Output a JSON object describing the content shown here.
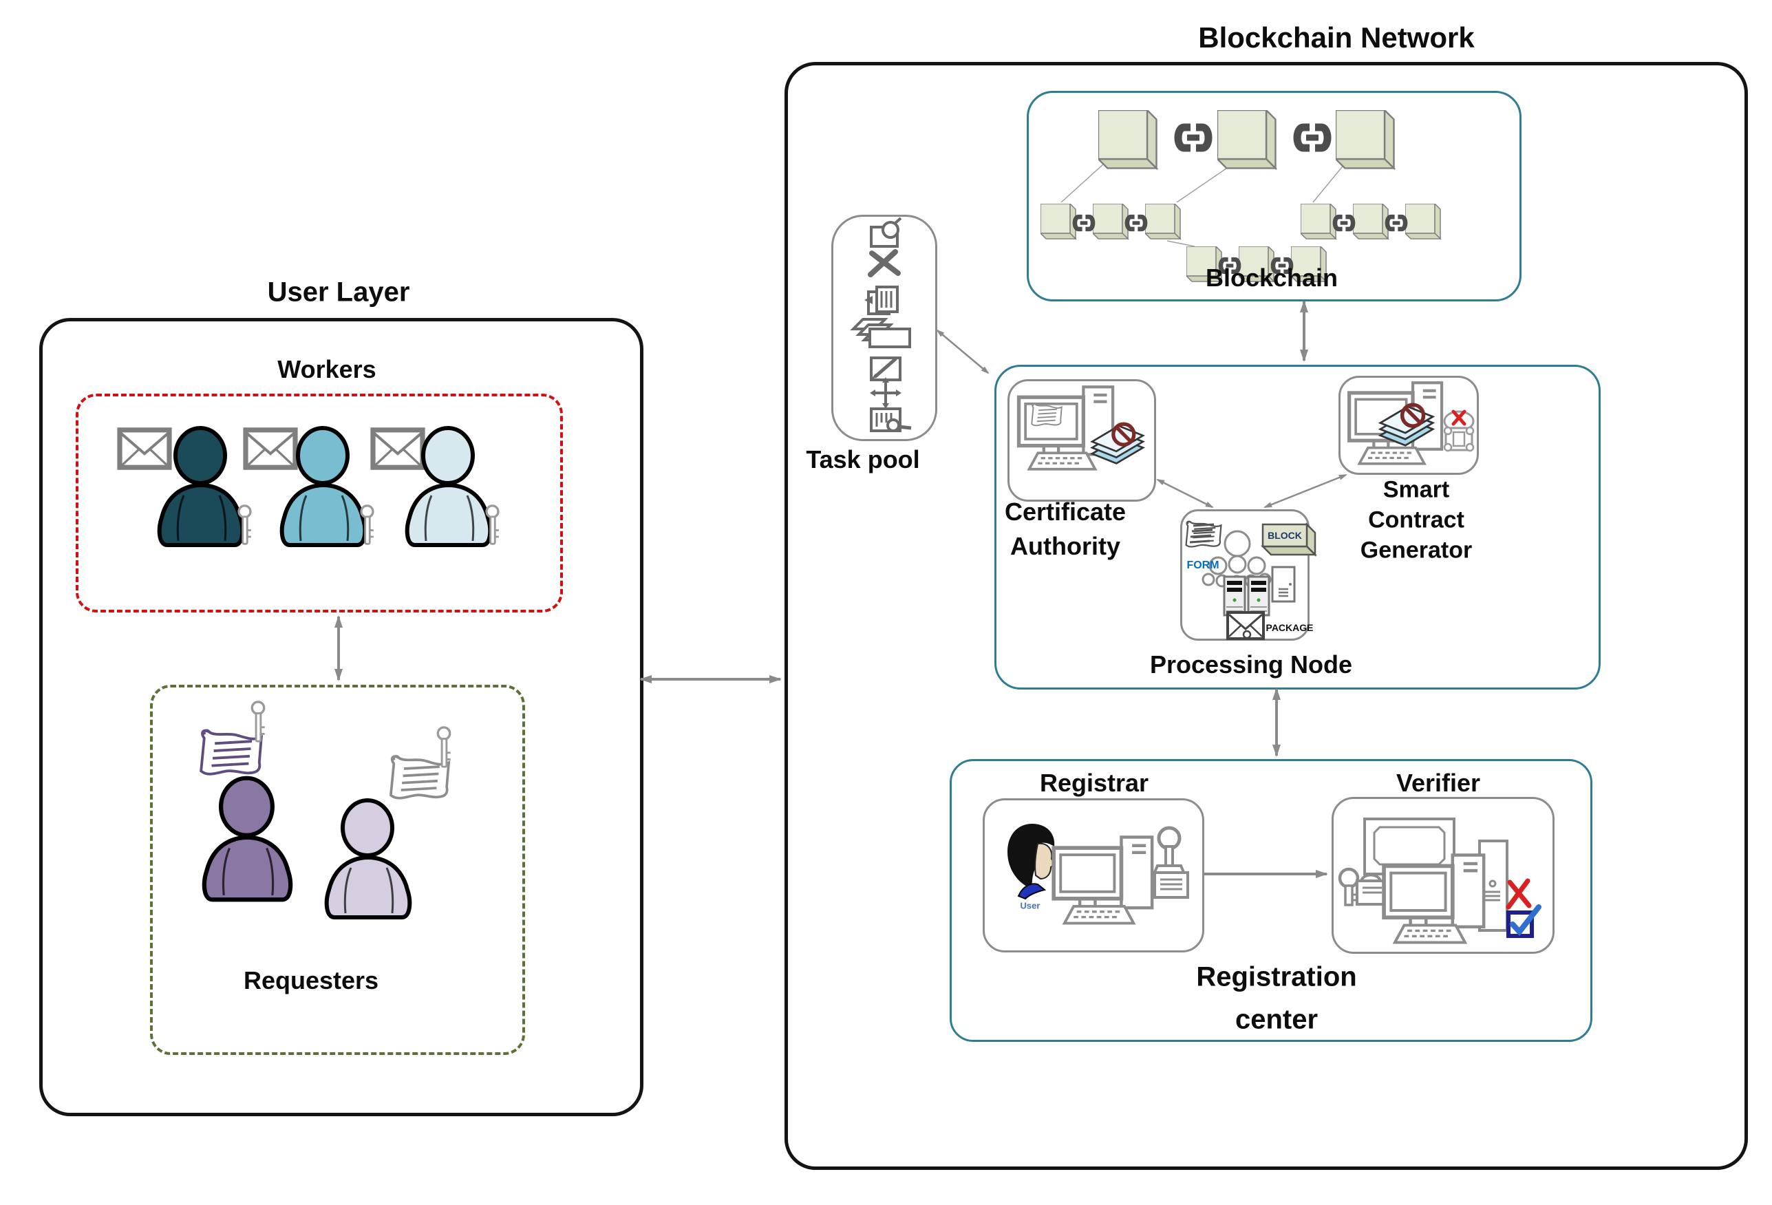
{
  "titles": {
    "user_layer": "User Layer",
    "blockchain_network": "Blockchain Network"
  },
  "user_layer": {
    "workers_label": "Workers",
    "requesters_label": "Requesters",
    "workers": [
      {
        "name": "worker-dark",
        "color": "#1b4a59"
      },
      {
        "name": "worker-medium",
        "color": "#79bdd1"
      },
      {
        "name": "worker-light",
        "color": "#d7e9ef"
      }
    ],
    "requesters": [
      {
        "name": "requester-dark",
        "color": "#8a78a4"
      },
      {
        "name": "requester-light",
        "color": "#d6cde1"
      }
    ]
  },
  "blockchain_network": {
    "blockchain_label": "Blockchain",
    "task_pool": {
      "label": "Task pool",
      "icons": [
        "scan-document-icon",
        "cut-icon",
        "copy-document-icon",
        "task-stack-icon",
        "edit-document-icon",
        "move-icon",
        "submit-document-icon"
      ]
    },
    "certificate_authority": {
      "line1": "Certificate",
      "line2": "Authority"
    },
    "smart_contract_generator": {
      "line1": "Smart",
      "line2": "Contract",
      "line3": "Generator"
    },
    "processing_node": {
      "label": "Processing Node",
      "form_label": "FORM",
      "block_label": "BLOCK",
      "package_label": "PACKAGE"
    },
    "registration_center": {
      "label_line1": "Registration",
      "label_line2": "center",
      "registrar_label": "Registrar",
      "verifier_label": "Verifier",
      "user_label": "User"
    }
  },
  "colors": {
    "teal_border": "#2e7d90",
    "black_border": "#141414",
    "gray_box_border": "#8c8c8c",
    "red_dashed": "#cf1111",
    "olive_dashed": "#5e6f39",
    "arrow": "#8a8a8a",
    "cube_fill": "#e6ebd7",
    "chain": "#4d4d4d",
    "no_sign": "#7b2a28",
    "accent_red_x": "#d92121",
    "checkbox_blue": "#20208c",
    "form_text": "#0070c0",
    "block_text": "#1f3864",
    "user_text": "#4472c4"
  }
}
